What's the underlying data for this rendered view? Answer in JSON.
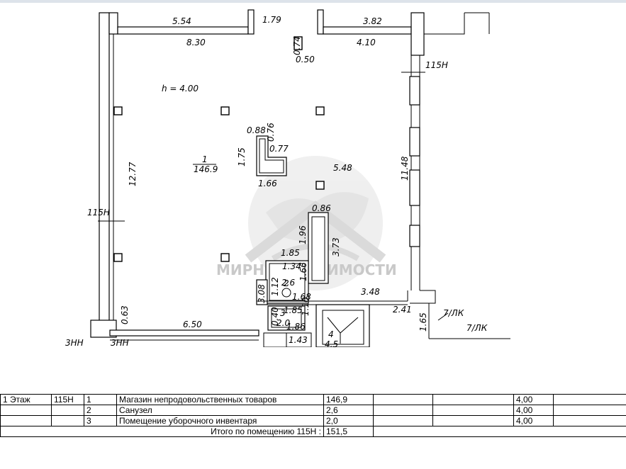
{
  "plan": {
    "height_label": "h = 4.00",
    "unit_label_1": "115Н",
    "unit_label_2": "115Н",
    "unit_label_3": "7/ЛК",
    "unit_label_4": "7/ЛК",
    "edge_left_label": "3НН",
    "edge_label_b": "3НН",
    "room1_number": "1",
    "room1_area": "146.9",
    "room2_number": "2",
    "room2_area": "2.6",
    "room3_number": "3",
    "room3_area": "2.0",
    "room4_number": "4",
    "room4_area": "4.5",
    "dims": {
      "d554": "5.54",
      "d179": "1.79",
      "d382": "3.82",
      "d830": "8.30",
      "d074": "0.74",
      "d050": "0.50",
      "d410": "4.10",
      "d088": "0.88",
      "d076": "0.76",
      "d077": "0.77",
      "d175": "1.75",
      "d166a": "1.66",
      "d548": "5.48",
      "d1148": "11.48",
      "d1277": "12.77",
      "d086": "0.86",
      "d196": "1.96",
      "d373": "3.73",
      "d185a": "1.85",
      "d134": "1.34",
      "d166b": "1.66",
      "d112": "1.12",
      "d168": "1.68",
      "d308": "3.08",
      "d348": "3.48",
      "d185b": "1.85",
      "d110": "1.10",
      "d241": "2.41",
      "d040": "0.40",
      "d186": "1.86",
      "d063": "0.63",
      "d650": "6.50",
      "d165": "1.65",
      "d143": "1.43"
    }
  },
  "watermark": {
    "text": "МИРНЕДВИЖИМОСТИ"
  },
  "table": {
    "rows": [
      {
        "floor": "1 Этаж",
        "unit": "115Н",
        "num": "1",
        "name": "Магазин непродовольственных товаров",
        "area": "146,9",
        "height": "4,00"
      },
      {
        "floor": "",
        "unit": "",
        "num": "2",
        "name": "Санузел",
        "area": "2,6",
        "height": "4,00"
      },
      {
        "floor": "",
        "unit": "",
        "num": "3",
        "name": "Помещение уборочного инвентаря",
        "area": "2,0",
        "height": "4,00"
      }
    ],
    "total_label": "Итого по помещению 115Н :",
    "total_value": "151,5"
  }
}
